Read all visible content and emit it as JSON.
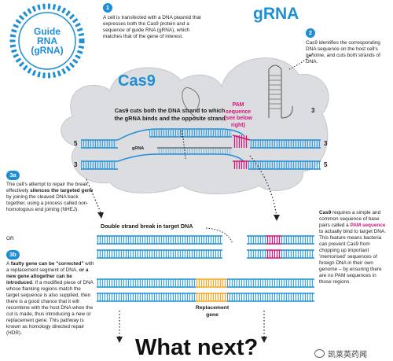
{
  "guide_badge": {
    "line1": "Guide",
    "line2": "RNA",
    "line3": "(gRNA)"
  },
  "grna_title": "gRNA",
  "cas9_title": "Cas9",
  "step1": {
    "num": "1",
    "text": "A cell is transfected with a DNA plasmid that expresses both the Cas9 protein and a sequence of guide RNA (gRNA), which matches that of the gene of interest."
  },
  "step2": {
    "num": "2",
    "text": "Cas9 identifies the corresponding DNA sequence on the host cell's genome, and cuts both strands of DNA."
  },
  "cas9_cut_text": "Cas9 cuts both the DNA strand to which the gRNA binds and the opposite strand",
  "pam_label": {
    "line1": "PAM",
    "line2": "sequence",
    "line3": "(see below",
    "line4": "right)"
  },
  "strand_labels": {
    "five_prime": "5",
    "three_prime": "3",
    "grna_small": "gRNA"
  },
  "step3a": {
    "num": "3a",
    "part1": "The cell's attempt to repair the break effectively ",
    "bold": "silences the targeted gene",
    "part2": " by joining the cleaved DNA back together, using a process called non-homologous end joining (NHEJ)."
  },
  "or_text": "OR",
  "step3b": {
    "num": "3b",
    "p1": "A ",
    "b1": "faulty gene can be \"corrected\"",
    "p2": " with a replacement segment of DNA, ",
    "b2": "or a new gene altogether can be introduced",
    "p3": ". If a modified piece of DNA whose flanking regions match the target sequence is also supplied, then there is a good chance that it will recombine with the host DNA when the cut is made, thus introducing a new or replacement gene. This pathway is known as homology directed repair (HDR)."
  },
  "double_break_label": "Double strand break in target DNA",
  "replacement_gene_label": {
    "line1": "Replacement",
    "line2": "gene"
  },
  "pam_note": {
    "b1": "Cas9",
    "p1": " requires a simple and common sequence of base pairs called a ",
    "pam": "PAM sequence",
    "p2": " to actually bind to target DNA. This feature means bacteria can prevent Cas9 from chopping up important 'memorised' sequences of foreign DNA in their own genome – by ensuring there are no PAM sequences in those regions."
  },
  "what_next": "What next?",
  "watermark": "凯莱英药闻",
  "colors": {
    "accent_blue": "#1e8fd4",
    "dna_blue": "#3aa3e3",
    "pam_pink": "#d2167a",
    "replacement_orange": "#f5a623",
    "cloud_gray": "#dcdde0"
  }
}
